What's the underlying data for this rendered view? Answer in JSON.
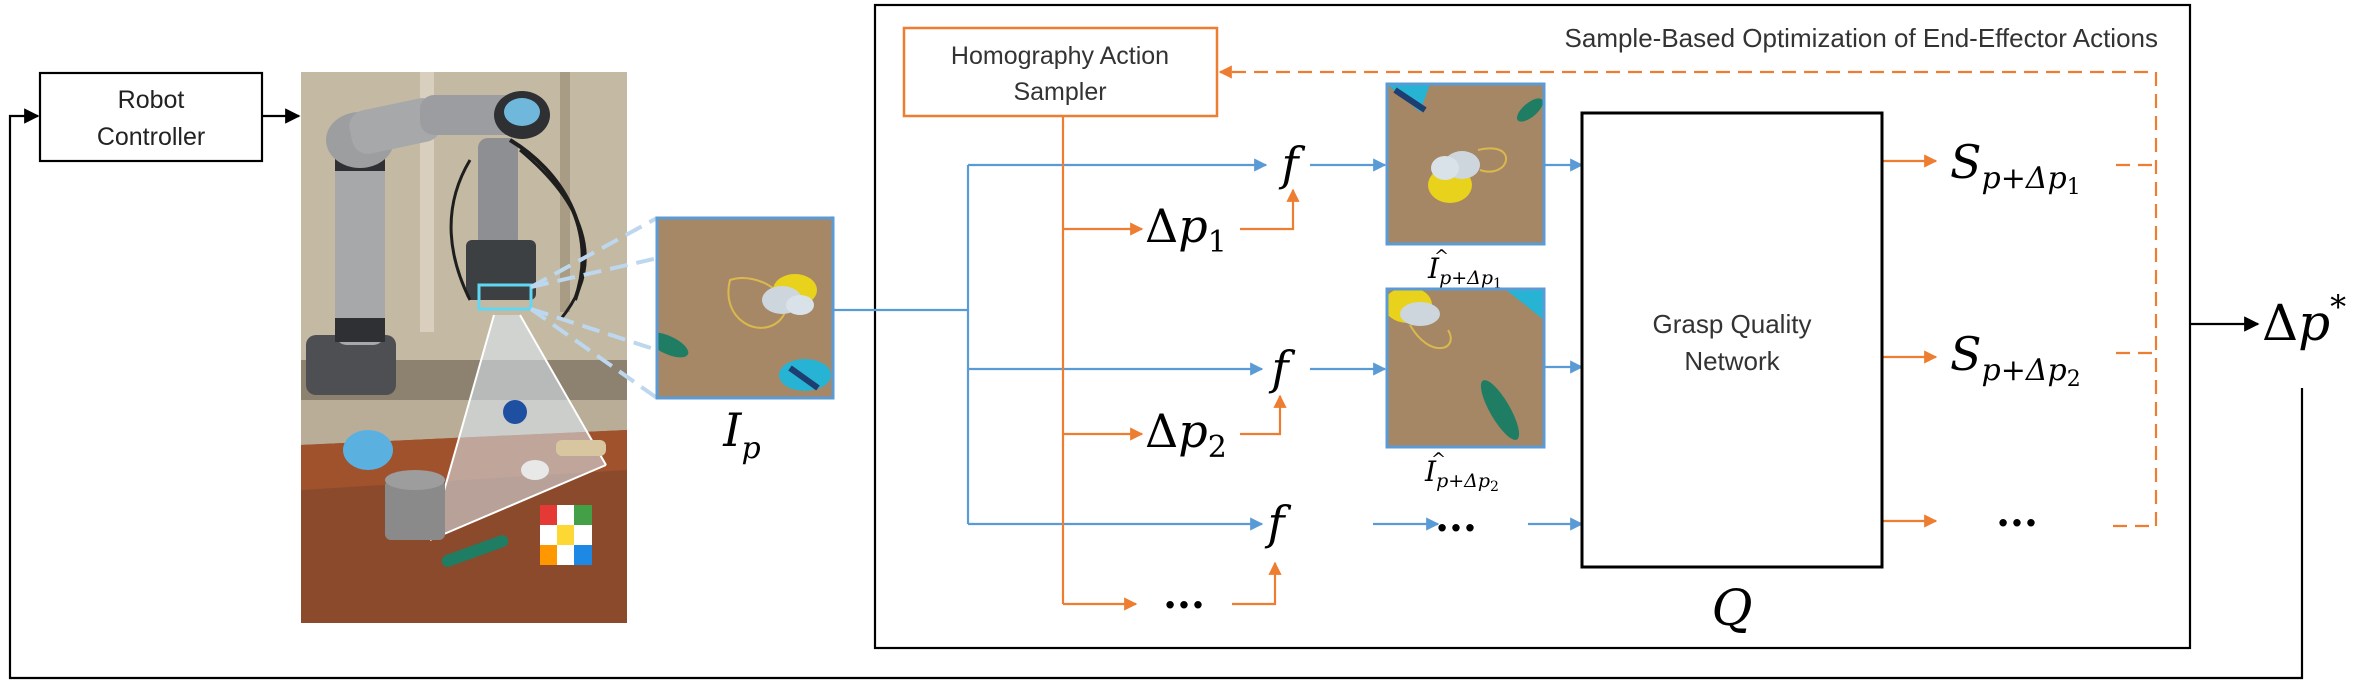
{
  "robot_controller": {
    "line1": "Robot",
    "line2": "Controller"
  },
  "optimization_title": "Sample-Based Optimization of End-Effector Actions",
  "sampler": {
    "line1": "Homography Action",
    "line2": "Sampler"
  },
  "input_image_label": {
    "base": "I",
    "sub": "p"
  },
  "delta_labels": [
    {
      "delta": "Δ",
      "base": "p",
      "sub": "1"
    },
    {
      "delta": "Δ",
      "base": "p",
      "sub": "2"
    }
  ],
  "ellipsis": "...",
  "warp_function": "f",
  "warped_labels": [
    {
      "hat": "^",
      "base": "I",
      "sub_pre": "p+Δp",
      "sub_idx": "1"
    },
    {
      "hat": "^",
      "base": "I",
      "sub_pre": "p+Δp",
      "sub_idx": "2"
    }
  ],
  "network": {
    "line1": "Grasp Quality",
    "line2": "Network",
    "symbol": "Q"
  },
  "score_labels": [
    {
      "base": "S",
      "sub_pre": "p+Δp",
      "sub_idx": "1"
    },
    {
      "base": "S",
      "sub_pre": "p+Δp",
      "sub_idx": "2"
    }
  ],
  "output": {
    "delta": "Δ",
    "base": "p",
    "sup": "*"
  },
  "colors": {
    "blue": "#5b9bd5",
    "orange": "#ed7d31",
    "black": "#000000",
    "wall": "#b9ad97",
    "table": "#8c4a2c",
    "table_floor": "#a0522d",
    "robot_silver": "#a7a8aa",
    "robot_dark": "#2e3033",
    "robot_accent": "#6fb8dc",
    "cyan_toy": "#27b3d3",
    "yellow_toy": "#e8d21c",
    "green_marker": "#1f7d63",
    "frustum": "#dbe9f4"
  }
}
